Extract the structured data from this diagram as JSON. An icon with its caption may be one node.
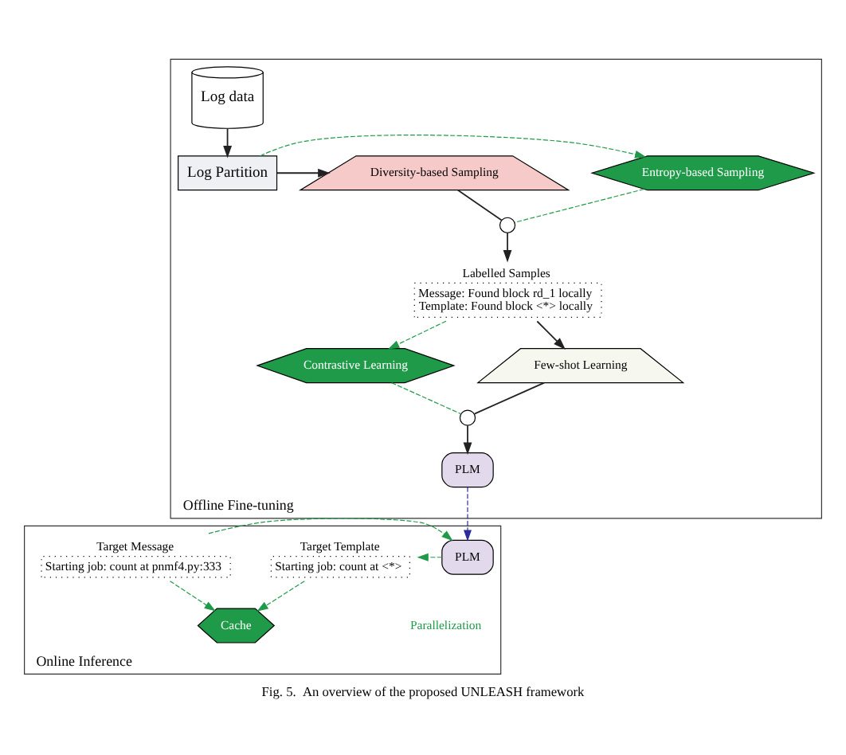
{
  "diagram": {
    "caption": "Fig. 5.  An overview of the proposed UNLEASH framework",
    "nodes": [
      {
        "text": [
          "Offline Fine-tuning"
        ]
      },
      {
        "text": [
          "Log Partition"
        ],
        "in": 0
      },
      {
        "text": [
          "Log data"
        ],
        "in": 0
      },
      {
        "text": [
          "Entropy-based Sampling"
        ],
        "in": 0
      },
      {
        "text": [
          "Diversity-based Sampling"
        ],
        "in": 0
      },
      {
        "text": [],
        "shape": "circle",
        "in": 0
      },
      {
        "text": [
          "Labelled Samples",
          "Message: Found block rd_1 locally",
          "Template: Found block <*> locally"
        ],
        "in": 0
      },
      {
        "text": [
          "Contrastive Learning"
        ],
        "in": 0
      },
      {
        "text": [
          "Few-shot Learning"
        ],
        "in": 0
      },
      {
        "text": [],
        "shape": "circle",
        "in": 0
      },
      {
        "text": [
          "PLM"
        ],
        "in": 0
      },
      {
        "text": [
          "Online Inference"
        ]
      },
      {
        "text": [
          "Target Message",
          "Starting job: count at pnmf4.py:333"
        ],
        "in": 11
      },
      {
        "text": [
          "PLM"
        ],
        "in": 11
      },
      {
        "text": [
          "Target Template",
          "Starting job: count at <*>"
        ],
        "in": 11
      },
      {
        "text": [
          "Cache"
        ],
        "in": 11
      }
    ],
    "edges": [
      {
        "from": 2,
        "to": 1,
        "arrow": "to",
        "color": "#222222"
      },
      {
        "from": 1,
        "to": 3,
        "arrow": "to",
        "style": "dashed",
        "color": "#1e9a48"
      },
      {
        "from": 1,
        "to": 4,
        "arrow": "to",
        "color": "#222222"
      },
      {
        "from": 3,
        "to": 5,
        "arrow": "none",
        "style": "dashed",
        "color": "#1e9a48"
      },
      {
        "from": 4,
        "to": 5,
        "arrow": "none",
        "color": "#222222"
      },
      {
        "from": 5,
        "to": 6,
        "arrow": "to",
        "color": "#222222"
      },
      {
        "from": 6,
        "to": 7,
        "arrow": "to",
        "style": "dashed",
        "color": "#1e9a48"
      },
      {
        "from": 6,
        "to": 8,
        "arrow": "to",
        "color": "#222222"
      },
      {
        "from": 7,
        "to": 9,
        "arrow": "none",
        "style": "dashed",
        "color": "#1e9a48"
      },
      {
        "from": 8,
        "to": 9,
        "arrow": "none",
        "color": "#222222"
      },
      {
        "from": 9,
        "to": 10,
        "arrow": "to",
        "color": "#222222"
      },
      {
        "from": 10,
        "to": 13,
        "arrow": "to",
        "style": "dashed",
        "color": "#2b2b9b"
      },
      {
        "from": 12,
        "to": 13,
        "arrow": "to",
        "style": "dashed",
        "color": "#1e9a48"
      },
      {
        "from": 13,
        "to": 14,
        "arrow": "to",
        "style": "dashed",
        "color": "#1e9a48"
      },
      {
        "from": 12,
        "to": 15,
        "arrow": "to",
        "style": "dashed",
        "color": "#1e9a48"
      },
      {
        "from": 14,
        "to": 15,
        "arrow": "to",
        "style": "dashed",
        "color": "#1e9a48"
      }
    ],
    "labels": [
      "Parallelization"
    ]
  }
}
